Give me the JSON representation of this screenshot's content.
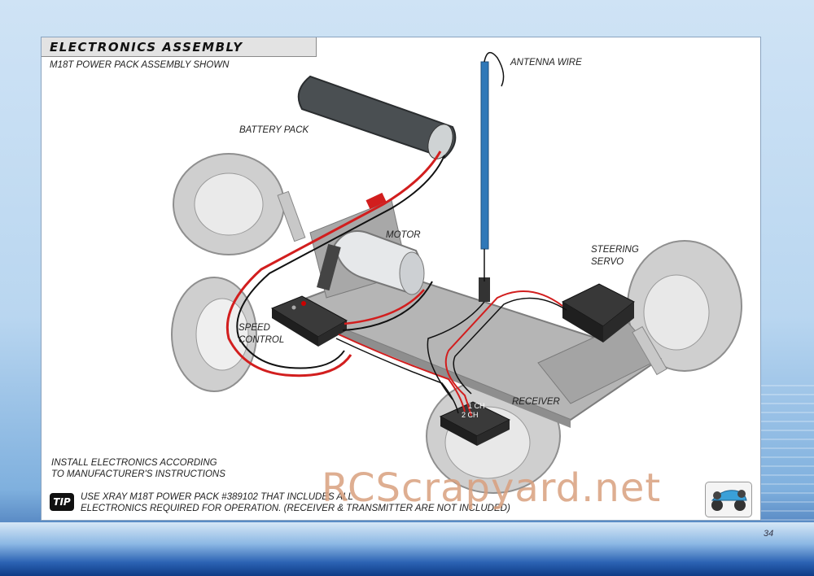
{
  "header": {
    "title": "ELECTRONICS ASSEMBLY",
    "subtitle": "M18T POWER PACK ASSEMBLY SHOWN"
  },
  "labels": {
    "antenna": "ANTENNA WIRE",
    "battery": "BATTERY PACK",
    "motor": "MOTOR",
    "steering_1": "STEERING",
    "steering_2": "SERVO",
    "speed_1": "SPEED",
    "speed_2": "CONTROL",
    "receiver": "RECEIVER",
    "ch1": "1 CH",
    "ch2": "2 CH"
  },
  "instructions": {
    "line1": "INSTALL ELECTRONICS ACCORDING",
    "line2": "TO MANUFACTURER'S INSTRUCTIONS"
  },
  "tip": {
    "badge": "TIP",
    "line1": "USE XRAY M18T POWER PACK #389102 THAT INCLUDES ALL",
    "line2": "ELECTRONICS REQUIRED FOR OPERATION. (RECEIVER  & TRANSMITTER ARE NOT INCLUDED)"
  },
  "page_number": "34",
  "watermark": "RCScrapyard.net",
  "colors": {
    "wire_red": "#d21e1e",
    "wire_black": "#111111",
    "antenna_blue": "#2f78b8"
  }
}
